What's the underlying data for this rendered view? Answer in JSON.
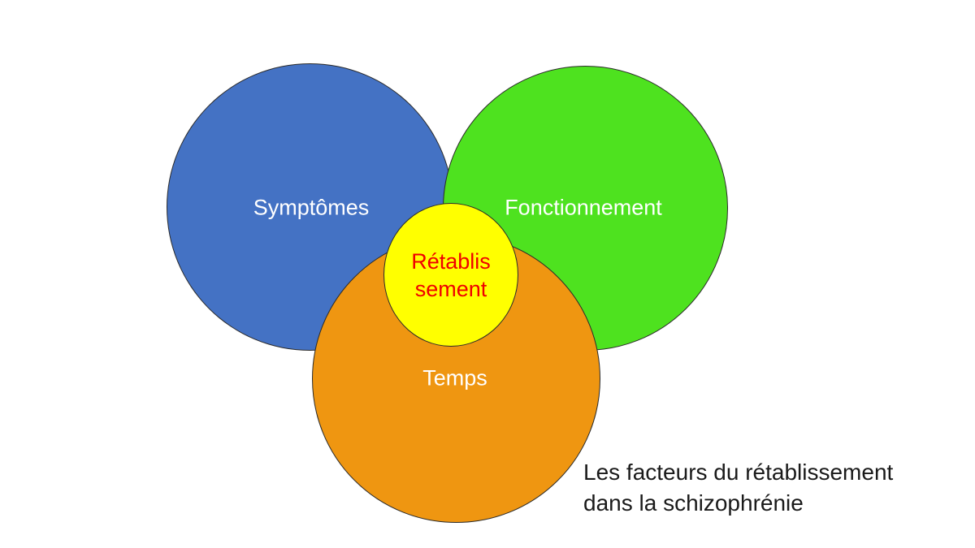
{
  "diagram": {
    "type": "venn",
    "background_color": "#ffffff",
    "outline_color": "#2a2a2a",
    "circles": [
      {
        "id": "symptomes",
        "label": "Symptômes",
        "fill": "#4472c4",
        "text_color": "#ffffff"
      },
      {
        "id": "fonctionnement",
        "label": "Fonctionnement",
        "fill": "#4ee21f",
        "text_color": "#ffffff"
      },
      {
        "id": "temps",
        "label": "Temps",
        "fill": "#ef9611",
        "text_color": "#ffffff"
      },
      {
        "id": "retablissement",
        "label_line1": "Rétablis",
        "label_line2": "sement",
        "fill": "#ffff00",
        "text_color": "#f00000"
      }
    ],
    "caption": {
      "line1": "Les facteurs du rétablissement",
      "line2": "dans la schizophrénie",
      "text_color": "#1a1a1a"
    }
  }
}
